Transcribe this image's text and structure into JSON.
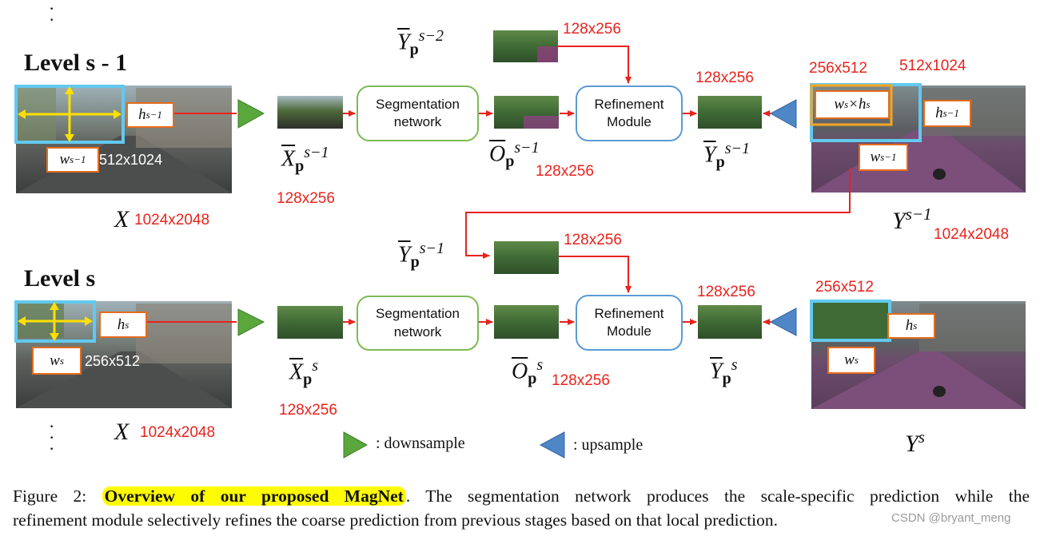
{
  "levels": {
    "top": "Level s - 1",
    "bottom": "Level s"
  },
  "blocks": {
    "segmentation": "Segmentation\nnetwork",
    "refinement": "Refinement\nModule"
  },
  "sizes": {
    "s512x1024_white": "512x1024",
    "s256x512_white": "256x512",
    "s1024x2048_top": "1024x2048",
    "s1024x2048_bottom": "1024x2048",
    "xp_top": "128x256",
    "xp_bottom": "128x256",
    "ys2": "128x256",
    "op_top": "128x256",
    "op_bottom": "128x256",
    "yp_top": "128x256",
    "yp_bottom": "128x256",
    "ys1_mid": "128x256",
    "r256x512_top": "256x512",
    "r512x1024_top": "512x1024",
    "r256x512_bottom": "256x512",
    "ys1_right": "1024x2048"
  },
  "legend": {
    "downsample": ": downsample",
    "upsample": ": upsample"
  },
  "caption": {
    "prefix": "Figure 2: ",
    "highlight": "Overview of our proposed MagNet",
    "line1_rest": ". The segmentation network produces the scale-specific prediction while the",
    "line2": "refinement module selectively refines the coarse prediction from previous stages based on that local prediction."
  },
  "watermark": "CSDN @bryant_meng",
  "colors": {
    "arrow_red": "#e8231c",
    "seg_border": "#7dbb55",
    "ref_border": "#5b9bd5",
    "crop_cyan": "#63c9ee",
    "crop_orange": "#f5a623",
    "label_orange": "#e46c1e",
    "highlight": "#fffb00",
    "downsample_green": "#5aa83c",
    "upsample_blue": "#4f86c6"
  }
}
